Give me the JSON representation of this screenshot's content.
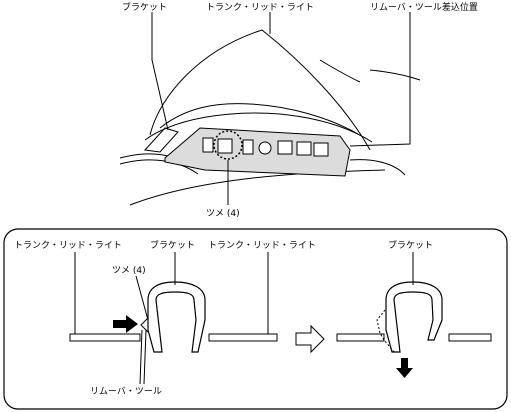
{
  "top_labels": {
    "bracket": "ブラケット",
    "trunk_lid_light": "トランク・リッド・ライト",
    "remover_tool_position": "リムーバ・ツール差込位置",
    "claw": "ツメ (4)"
  },
  "detail_labels": {
    "trunk_lid_light_left": "トランク・リッド・ライト",
    "bracket_center": "ブラケット",
    "trunk_lid_light_right": "トランク・リッド・ライト",
    "bracket_right": "ブラケット",
    "claw": "ツメ (4)",
    "remover_tool": "リムーバ・ツール"
  },
  "colors": {
    "line": "#000000",
    "lamp_fill": "#dcdcdc",
    "arrow_fill": "#000000"
  }
}
